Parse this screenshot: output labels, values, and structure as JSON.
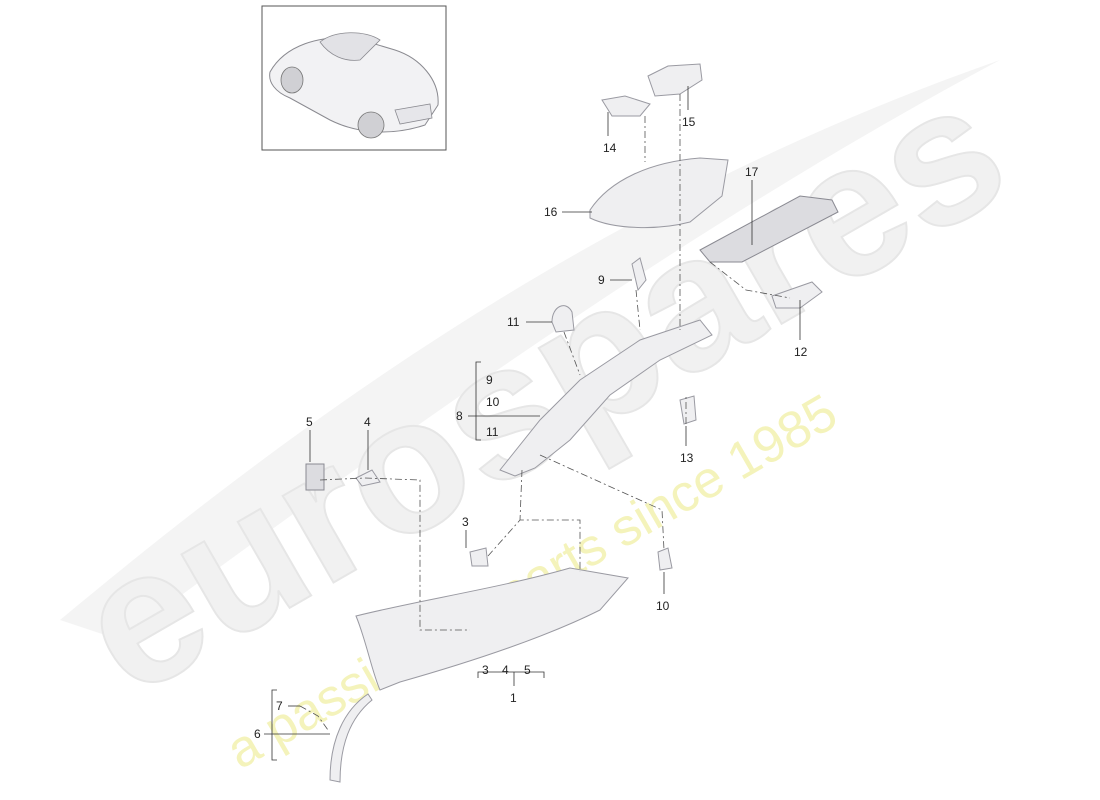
{
  "watermark": {
    "brand": "eurospares",
    "tagline": "a passion for parts since 1985"
  },
  "callouts": {
    "c1": "1",
    "c3a": "3",
    "c3b": "3",
    "c4a": "4",
    "c4b": "4",
    "c5a": "5",
    "c5b": "5",
    "c6": "6",
    "c7": "7",
    "c8": "8",
    "c9a": "9",
    "c9b": "9",
    "c10a": "10",
    "c10b": "10",
    "c11a": "11",
    "c11b": "11",
    "c12": "12",
    "c13": "13",
    "c14": "14",
    "c15": "15",
    "c16": "16",
    "c17": "17"
  },
  "icons": {
    "thumbnail": "car-thumbnail-icon"
  }
}
